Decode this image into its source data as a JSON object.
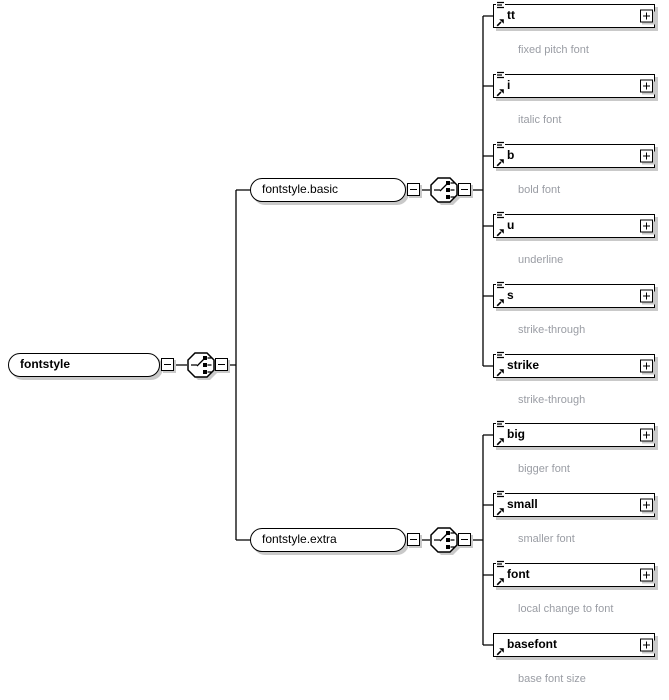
{
  "diagram": {
    "root": {
      "label": "fontstyle"
    },
    "groups": [
      {
        "label": "fontstyle.basic"
      },
      {
        "label": "fontstyle.extra"
      }
    ],
    "elements": [
      {
        "label": "tt",
        "annotation": "fixed pitch font",
        "has_content_icon": true
      },
      {
        "label": "i",
        "annotation": "italic font",
        "has_content_icon": true
      },
      {
        "label": "b",
        "annotation": "bold font",
        "has_content_icon": true
      },
      {
        "label": "u",
        "annotation": "underline",
        "has_content_icon": true
      },
      {
        "label": "s",
        "annotation": "strike-through",
        "has_content_icon": true
      },
      {
        "label": "strike",
        "annotation": "strike-through",
        "has_content_icon": true
      },
      {
        "label": "big",
        "annotation": "bigger font",
        "has_content_icon": true
      },
      {
        "label": "small",
        "annotation": "smaller font",
        "has_content_icon": true
      },
      {
        "label": "font",
        "annotation": "local change to font",
        "has_content_icon": true
      },
      {
        "label": "basefont",
        "annotation": "base font size",
        "has_content_icon": false
      }
    ],
    "colors": {
      "line": "#000000",
      "shadow": "#c9c9c9",
      "annotation_text": "#9a9da4",
      "node_fill": "#ffffff"
    }
  }
}
